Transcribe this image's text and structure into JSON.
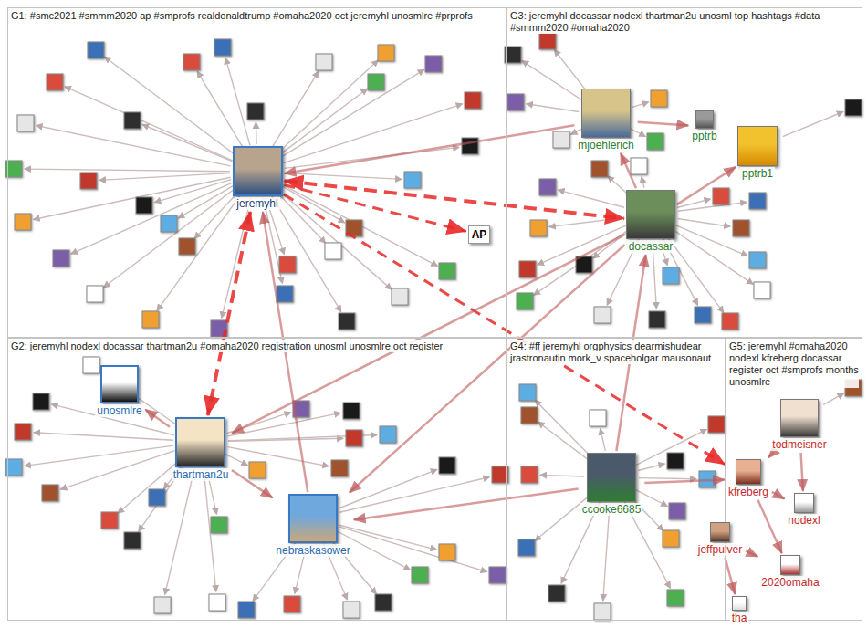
{
  "diagram": {
    "nodes": [
      {
        "text": [
          "G1: #smc2021 #smmm2020 ap #smprofs realdonaldtrump #omaha2020 oct jeremyhl unosmlre #prprofs"
        ]
      },
      {
        "text": [
          "jeremyhl"
        ],
        "in": 0
      },
      {
        "text": [
          "AP"
        ],
        "in": 0
      },
      {
        "text": [
          "G3: jeremyhl docassar nodexl thartman2u unosml top hashtags #data #smmm2020 #omaha2020"
        ]
      },
      {
        "text": [
          "mjoehlerich"
        ],
        "in": 3
      },
      {
        "text": [
          "pptrb"
        ],
        "in": 3
      },
      {
        "text": [
          "pptrb1"
        ],
        "in": 3
      },
      {
        "text": [
          "docassar"
        ],
        "in": 3
      },
      {
        "text": [
          "G2: jeremyhl nodexl docassar thartman2u #omaha2020 registration unosml unosmlre oct register"
        ]
      },
      {
        "text": [
          "unosmlre"
        ],
        "in": 8
      },
      {
        "text": [
          "thartman2u"
        ],
        "in": 8
      },
      {
        "text": [
          "nebraskasower"
        ],
        "in": 8
      },
      {
        "text": [
          "G4: #ff jeremyhl orgphysics dearmishudear jrastronautin mork_v spaceholgar mausonaut"
        ]
      },
      {
        "text": [
          "ccooke6685"
        ],
        "in": 12
      },
      {
        "text": [
          "G5: jeremyhl #omaha2020 nodexl kfreberg docassar register oct #smprofs months unosmlre"
        ]
      },
      {
        "text": [
          "todmeisner"
        ],
        "in": 14
      },
      {
        "text": [
          "kfreberg"
        ],
        "in": 14
      },
      {
        "text": [
          "nodexl"
        ],
        "in": 14
      },
      {
        "text": [
          "jeffpulver"
        ],
        "in": 14
      },
      {
        "text": [
          "2020omaha"
        ],
        "in": 14
      },
      {
        "text": [
          "tha"
        ],
        "in": 14
      }
    ],
    "edges": [
      {
        "from": 1,
        "to": 10,
        "arrow": "both"
      },
      {
        "from": 1,
        "to": 7,
        "arrow": "both"
      },
      {
        "from": 1,
        "to": 16,
        "arrow": "to"
      },
      {
        "from": 4,
        "to": 1,
        "arrow": "to"
      },
      {
        "from": 7,
        "to": 10,
        "arrow": "to"
      },
      {
        "from": 11,
        "to": 1,
        "arrow": "to"
      },
      {
        "from": 10,
        "to": 9,
        "arrow": "to"
      },
      {
        "from": 10,
        "to": 11,
        "arrow": "to"
      },
      {
        "from": 4,
        "to": 5,
        "arrow": "to"
      },
      {
        "from": 7,
        "to": 6,
        "arrow": "to"
      },
      {
        "from": 7,
        "to": 4,
        "arrow": "to"
      },
      {
        "from": 13,
        "to": 7,
        "arrow": "to"
      },
      {
        "from": 13,
        "to": 16,
        "arrow": "to"
      },
      {
        "from": 15,
        "to": 16,
        "arrow": "to"
      },
      {
        "from": 16,
        "to": 17,
        "arrow": "to"
      },
      {
        "from": 16,
        "to": 19,
        "arrow": "to"
      },
      {
        "from": 18,
        "to": 19,
        "arrow": "to"
      },
      {
        "from": 15,
        "to": 17,
        "arrow": "to"
      },
      {
        "from": 13,
        "to": 11,
        "arrow": "to"
      },
      {
        "from": 7,
        "to": 11,
        "arrow": "to"
      },
      {
        "from": 1,
        "to": 2,
        "arrow": "to"
      },
      {
        "from": 18,
        "to": 20,
        "arrow": "to"
      }
    ]
  }
}
